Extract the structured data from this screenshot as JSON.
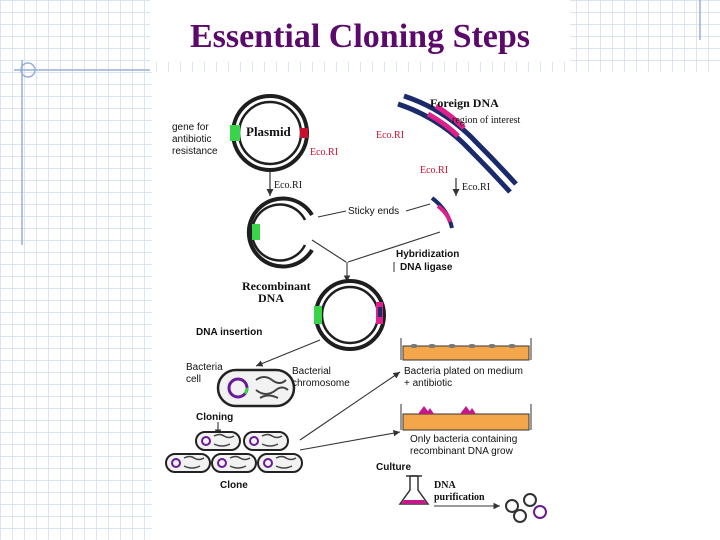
{
  "slide": {
    "title": "Essential Cloning Steps"
  },
  "diagram": {
    "plasmid_label": "Plasmid",
    "resistance_gene_label": [
      "gene for",
      "antibiotic",
      "resistance"
    ],
    "foreign_dna_label": "Foreign DNA",
    "region_label": "region of interest",
    "ecori_left_top": "Eco.RI",
    "ecori_plasmid": "Eco.RI",
    "ecori_mid": "Eco.RI",
    "ecori_plasmid_cut": "Eco.RI",
    "ecori_right_cut": "Eco.RI",
    "sticky_ends_label": "Sticky ends",
    "hybridization_label": "Hybridization",
    "ligase_label": "DNA ligase",
    "recombinant_label": [
      "Recombinant",
      "DNA"
    ],
    "dna_insertion_label": "DNA insertion",
    "bacteria_cell_label": [
      "Bacteria",
      "cell"
    ],
    "chromosome_label": [
      "Bacterial",
      "chromosome"
    ],
    "cloning_label": "Cloning",
    "clone_label": "Clone",
    "plated_label": [
      "Bacteria plated on medium",
      "+ antibiotic"
    ],
    "only_bacteria_label": [
      "Only bacteria containing",
      "recombinant DNA grow"
    ],
    "culture_label": "Culture",
    "purification_label": [
      "DNA",
      "purification"
    ]
  },
  "colors": {
    "title": "#5b0a6b",
    "gene_green": "#38d44a",
    "insert_magenta": "#e0208a",
    "dna_navy": "#1b2a6b",
    "eco_red": "#c8102e",
    "medium_orange": "#f4a64a"
  }
}
